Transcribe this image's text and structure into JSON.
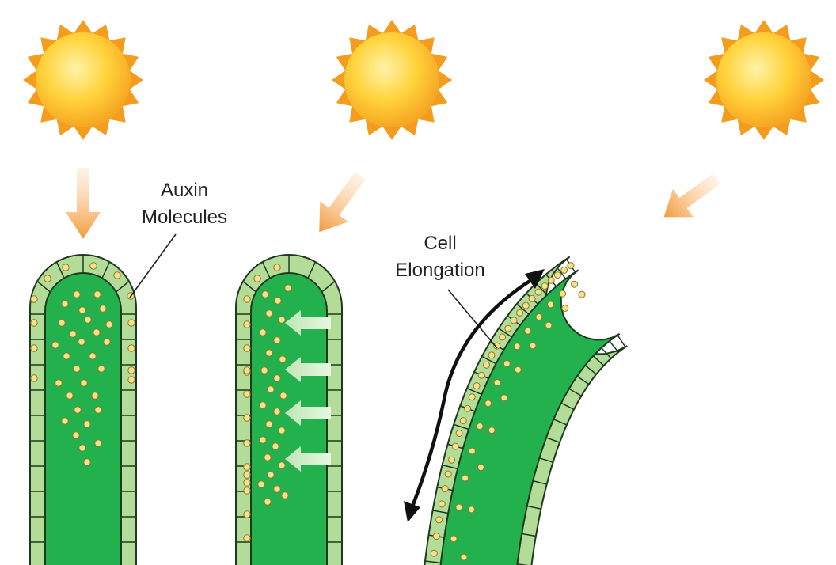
{
  "labels": {
    "auxin_line1": "Auxin",
    "auxin_line2": "Molecules",
    "cell_line1": "Cell",
    "cell_line2": "Elongation"
  },
  "colors": {
    "sun_outer": "#f39c1e",
    "sun_inner": "#ffd23a",
    "light_arrow": "#f7a24a",
    "stem_green": "#22b14c",
    "cell_green": "#b3dc98",
    "auxin_dot": "#f7e08c",
    "auxin_flow_arrow": "#d6f0cf",
    "outline": "#1e3a1e",
    "elongation_arrow": "#111111"
  },
  "icons": [
    "sun-icon",
    "light-direction-arrow",
    "auxin-flow-arrow",
    "elongation-double-arrow"
  ]
}
